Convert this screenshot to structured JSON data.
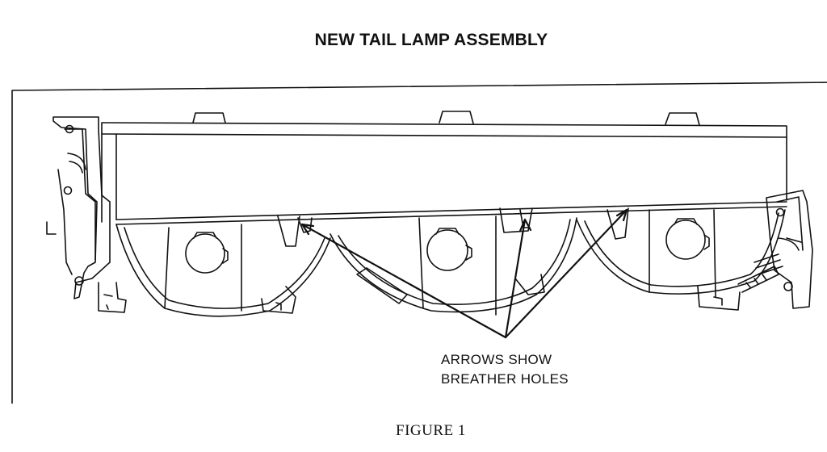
{
  "title": "NEW TAIL LAMP ASSEMBLY",
  "callout": {
    "line1": "ARROWS SHOW",
    "line2": "BREATHER HOLES"
  },
  "caption": "FIGURE 1"
}
